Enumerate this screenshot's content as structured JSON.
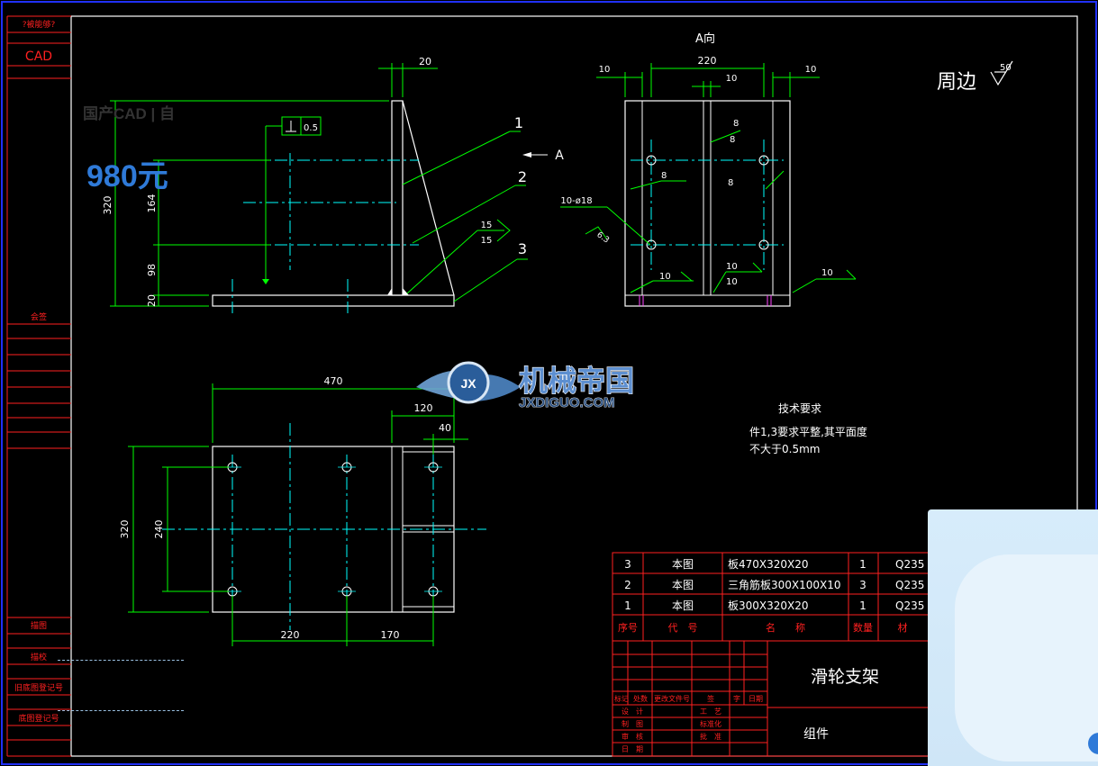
{
  "left_strip": {
    "top_small": "?被能够?",
    "cad": "CAD",
    "mid_label": "会签",
    "labels": [
      "描图",
      "描校",
      "旧底图登记号",
      "底图登记号"
    ]
  },
  "section_a": {
    "label": "A向"
  },
  "view_arrow": {
    "label": "A"
  },
  "roughness": {
    "text": "周边",
    "value": "50"
  },
  "front_view": {
    "dim_top": "20",
    "dim_height": "320",
    "dim_164": "164",
    "dim_98": "98",
    "dim_20b": "20",
    "flatness": "0.5",
    "balloons": [
      "1",
      "2",
      "3"
    ],
    "weld": [
      "15",
      "15"
    ]
  },
  "side_view": {
    "dim_220": "220",
    "dim_10a": "10",
    "dim_10b": "10",
    "dim_10c": "10",
    "hole_note": "10-ø18",
    "hole_sub": "6.3",
    "weld_labels": [
      "8",
      "8",
      "8",
      "8",
      "10",
      "10",
      "10",
      "10"
    ]
  },
  "plan_view": {
    "dim_470": "470",
    "dim_120": "120",
    "dim_40": "40",
    "dim_320": "320",
    "dim_240": "240",
    "dim_220": "220",
    "dim_170": "170"
  },
  "tech": {
    "title": "技术要求",
    "line1": "件1,3要求平整,其平面度",
    "line2": "不大于0.5mm"
  },
  "bom": {
    "rows": [
      {
        "no": "3",
        "code": "本图",
        "name": "板470X320X20",
        "qty": "1",
        "mat": "Q235"
      },
      {
        "no": "2",
        "code": "本图",
        "name": "三角筋板300X100X10",
        "qty": "3",
        "mat": "Q235"
      },
      {
        "no": "1",
        "code": "本图",
        "name": "板300X320X20",
        "qty": "1",
        "mat": "Q235"
      }
    ],
    "header": {
      "no": "序号",
      "code": "代　号",
      "name": "名　　称",
      "qty": "数量",
      "mat": "材"
    }
  },
  "title_block": {
    "drawing_name": "滑轮支架",
    "type": "组件",
    "rev_header": [
      "标记",
      "处数",
      "更改文件号",
      "签",
      "字",
      "日期"
    ],
    "roles_left": [
      "设　计",
      "制　图",
      "审　核",
      "日　期"
    ],
    "roles_right": [
      "工　艺",
      "标准化",
      "批　准"
    ]
  },
  "watermark": {
    "cn": "机械帝国",
    "en": "JXDIGUO.COM",
    "badge": "JX"
  },
  "ad": {
    "title": "国产CAD | 自",
    "price": "980元"
  },
  "colors": {
    "frame": "#ffffff",
    "dim": "#00ff00",
    "center": "#00ffff",
    "red": "#ff2020",
    "yellow": "#ffff66",
    "magenta": "#ff44ff"
  }
}
